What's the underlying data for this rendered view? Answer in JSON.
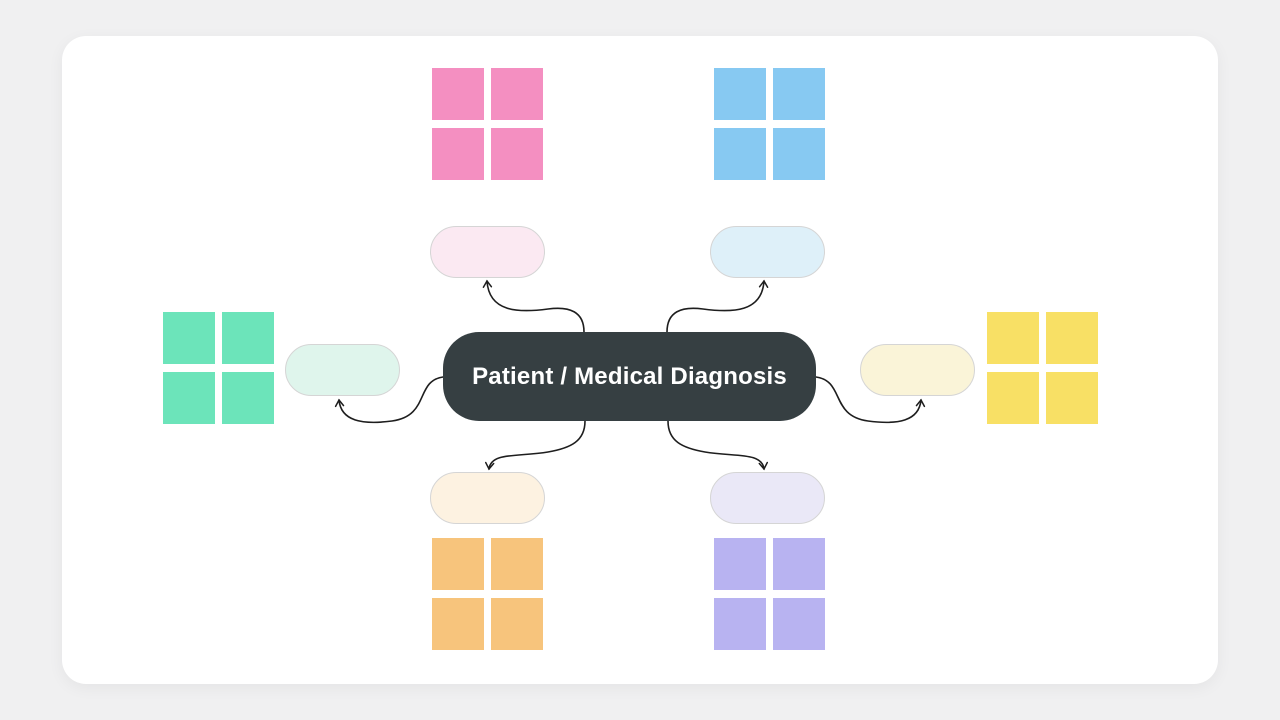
{
  "page": {
    "background": "#f0f0f1",
    "card_background": "#ffffff"
  },
  "diagram": {
    "type": "mindmap",
    "center_node": {
      "label": "Patient / Medical Diagnosis",
      "fill": "#363f42",
      "text_color": "#ffffff"
    },
    "connector_color": "#1e1e1e",
    "pill_border_color": "#d5d5d5",
    "pills": [
      {
        "position": "top-left",
        "label": "",
        "fill": "#fbe9f2"
      },
      {
        "position": "top-right",
        "label": "",
        "fill": "#def0f9"
      },
      {
        "position": "left",
        "label": "",
        "fill": "#dff5ec"
      },
      {
        "position": "right",
        "label": "",
        "fill": "#faf4d8"
      },
      {
        "position": "bottom-left",
        "label": "",
        "fill": "#fdf2e1"
      },
      {
        "position": "bottom-right",
        "label": "",
        "fill": "#eae8f7"
      }
    ],
    "square_groups": [
      {
        "position": "top-left",
        "color": "#f48fc1"
      },
      {
        "position": "top-right",
        "color": "#87c9f2"
      },
      {
        "position": "left",
        "color": "#6ce4ba"
      },
      {
        "position": "right",
        "color": "#f8e065"
      },
      {
        "position": "bottom-left",
        "color": "#f7c47c"
      },
      {
        "position": "bottom-right",
        "color": "#b8b3f1"
      }
    ]
  }
}
